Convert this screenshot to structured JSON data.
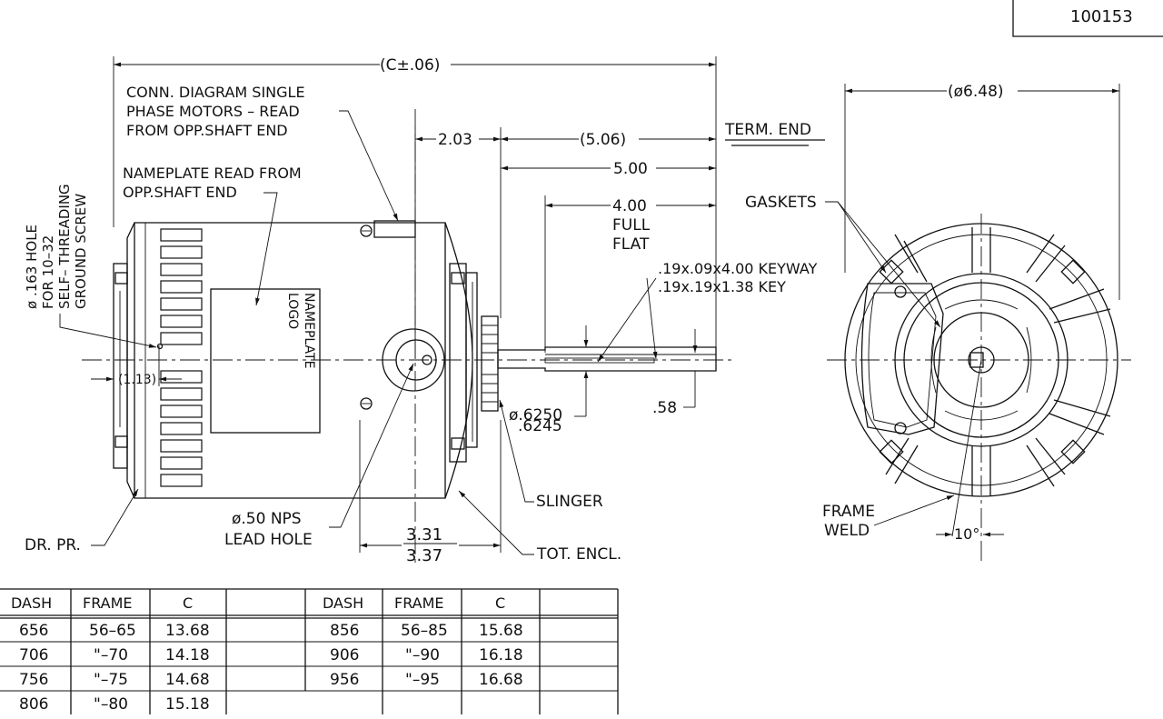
{
  "drawing_number": "100153",
  "dimensions": {
    "overall_c": "(C±.06)",
    "d_2_03": "2.03",
    "d_5_06": "(5.06)",
    "d_5_00": "5.00",
    "d_4_00": "4.00",
    "full_flat_1": "FULL",
    "full_flat_2": "FLAT",
    "keyway": ".19x.09x4.00 KEYWAY",
    "key": ".19x.19x1.38 KEY",
    "d_1_13": "(1.13)",
    "shaft_dia_symbol": "ø.6250",
    "shaft_dia_2": ".6245",
    "d_058": ".58",
    "d_3_31": "3.31",
    "d_3_37": "3.37",
    "diameter_6_48": "(ø6.48)",
    "angle_10": "10°"
  },
  "notes": {
    "conn_1": "CONN. DIAGRAM SINGLE",
    "conn_2": "PHASE MOTORS – READ",
    "conn_3": "FROM OPP.SHAFT END",
    "name_1": "NAMEPLATE READ FROM",
    "name_2": "OPP.SHAFT END",
    "hole_1": "ø .163 HOLE",
    "hole_2": "FOR 10–32",
    "hole_3": "SELF– THREADING",
    "hole_4": "GROUND SCREW",
    "nameplate": "NAMEPLATE",
    "logo": "LOGO",
    "term_end": "TERM. END",
    "gaskets": "GASKETS",
    "slinger": "SLINGER",
    "lead_1": "ø.50 NPS",
    "lead_2": "LEAD HOLE",
    "dr_pr": "DR. PR.",
    "tot_encl": "TOT. ENCL.",
    "frame_1": "FRAME",
    "frame_2": "WELD"
  },
  "table": {
    "headers": [
      "DASH",
      "FRAME",
      "C",
      "",
      "DASH",
      "FRAME",
      "C",
      ""
    ],
    "rows": [
      [
        "656",
        "56–65",
        "13.68",
        "",
        "856",
        "56–85",
        "15.68",
        ""
      ],
      [
        "706",
        "\"–70",
        "14.18",
        "",
        "906",
        "\"–90",
        "16.18",
        ""
      ],
      [
        "756",
        "\"–75",
        "14.68",
        "",
        "956",
        "\"–95",
        "16.68",
        ""
      ],
      [
        "806",
        "\"–80",
        "15.18",
        "",
        "",
        "",
        "",
        ""
      ]
    ]
  }
}
